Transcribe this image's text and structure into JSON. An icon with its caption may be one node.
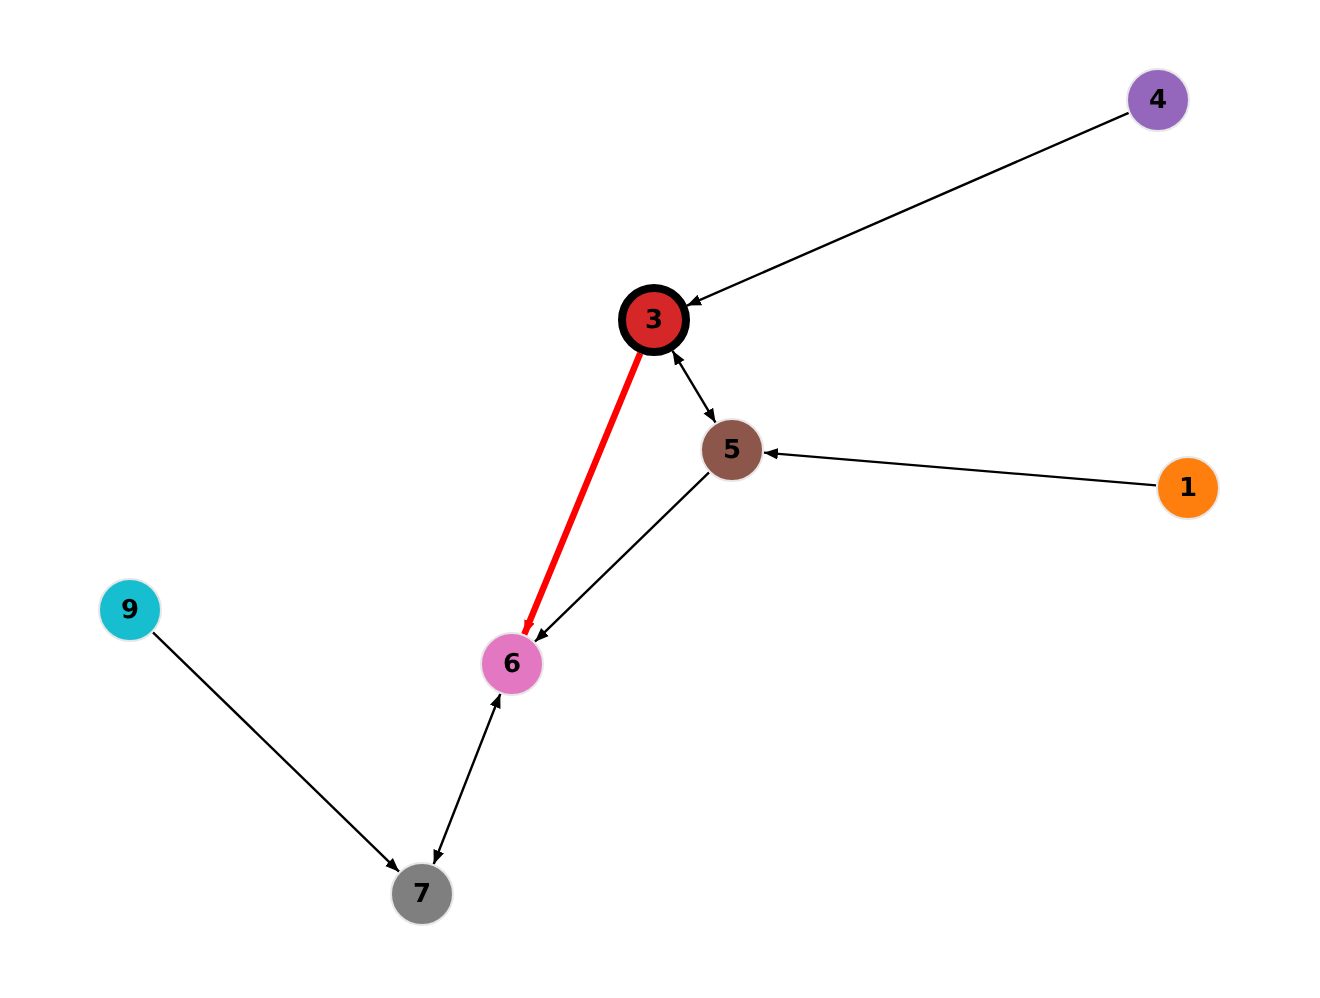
{
  "diagram": {
    "nodes": [
      {
        "text": [
          "4"
        ]
      },
      {
        "text": [
          "3"
        ]
      },
      {
        "text": [
          "5"
        ]
      },
      {
        "text": [
          "1"
        ]
      },
      {
        "text": [
          "9"
        ]
      },
      {
        "text": [
          "6"
        ]
      },
      {
        "text": [
          "7"
        ]
      }
    ],
    "edges": [
      {
        "from": 0,
        "to": 1,
        "arrow": "to"
      },
      {
        "from": 1,
        "to": 2,
        "arrow": "both"
      },
      {
        "from": 3,
        "to": 2,
        "arrow": "to"
      },
      {
        "from": 2,
        "to": 5,
        "arrow": "to"
      },
      {
        "from": 1,
        "to": 5,
        "arrow": "to",
        "style": "thick",
        "color": "#ff0000"
      },
      {
        "from": 4,
        "to": 6,
        "arrow": "to"
      },
      {
        "from": 5,
        "to": 6,
        "arrow": "both"
      }
    ]
  }
}
